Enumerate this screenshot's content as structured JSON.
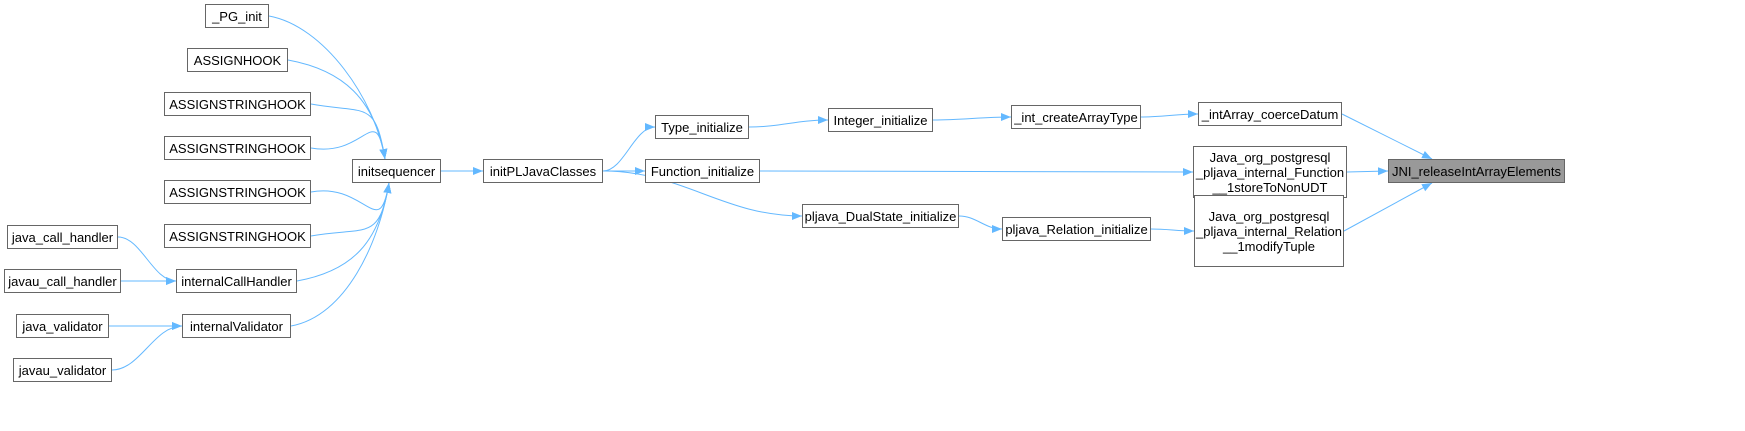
{
  "colors": {
    "edge": "#63b8ff",
    "border": "#666666",
    "target_fill": "#999999"
  },
  "nodes": [
    {
      "id": "pg_init",
      "label": "_PG_init"
    },
    {
      "id": "assignhook",
      "label": "ASSIGNHOOK"
    },
    {
      "id": "assignstringhook1",
      "label": "ASSIGNSTRINGHOOK"
    },
    {
      "id": "assignstringhook2",
      "label": "ASSIGNSTRINGHOOK"
    },
    {
      "id": "assignstringhook3",
      "label": "ASSIGNSTRINGHOOK"
    },
    {
      "id": "assignstringhook4",
      "label": "ASSIGNSTRINGHOOK"
    },
    {
      "id": "java_call_handler",
      "label": "java_call_handler"
    },
    {
      "id": "javau_call_handler",
      "label": "javau_call_handler"
    },
    {
      "id": "internalCallHandler",
      "label": "internalCallHandler"
    },
    {
      "id": "java_validator",
      "label": "java_validator"
    },
    {
      "id": "javau_validator",
      "label": "javau_validator"
    },
    {
      "id": "internalValidator",
      "label": "internalValidator"
    },
    {
      "id": "initsequencer",
      "label": "initsequencer"
    },
    {
      "id": "initPLJavaClasses",
      "label": "initPLJavaClasses"
    },
    {
      "id": "Type_initialize",
      "label": "Type_initialize"
    },
    {
      "id": "Function_initialize",
      "label": "Function_initialize"
    },
    {
      "id": "pljava_DualState_initialize",
      "label": "pljava_DualState_initialize"
    },
    {
      "id": "Integer_initialize",
      "label": "Integer_initialize"
    },
    {
      "id": "_int_createArrayType",
      "label": "_int_createArrayType"
    },
    {
      "id": "pljava_Relation_initialize",
      "label": "pljava_Relation_initialize"
    },
    {
      "id": "_intArray_coerceDatum",
      "label": "_intArray_coerceDatum"
    },
    {
      "id": "storeToNonUDT",
      "label": "Java_org_postgresql\n_pljava_internal_Function\n__1storeToNonUDT"
    },
    {
      "id": "modifyTuple",
      "label": "Java_org_postgresql\n_pljava_internal_Relation\n__1modifyTuple"
    },
    {
      "id": "JNI_releaseIntArrayElements",
      "label": "JNI_releaseIntArrayElements"
    }
  ],
  "edges": [
    [
      "pg_init",
      "initsequencer"
    ],
    [
      "assignhook",
      "initsequencer"
    ],
    [
      "assignstringhook1",
      "initsequencer"
    ],
    [
      "assignstringhook2",
      "initsequencer"
    ],
    [
      "assignstringhook3",
      "initsequencer"
    ],
    [
      "assignstringhook4",
      "initsequencer"
    ],
    [
      "internalCallHandler",
      "initsequencer"
    ],
    [
      "internalValidator",
      "initsequencer"
    ],
    [
      "java_call_handler",
      "internalCallHandler"
    ],
    [
      "javau_call_handler",
      "internalCallHandler"
    ],
    [
      "java_validator",
      "internalValidator"
    ],
    [
      "javau_validator",
      "internalValidator"
    ],
    [
      "initsequencer",
      "initPLJavaClasses"
    ],
    [
      "initPLJavaClasses",
      "Type_initialize"
    ],
    [
      "initPLJavaClasses",
      "Function_initialize"
    ],
    [
      "initPLJavaClasses",
      "pljava_DualState_initialize"
    ],
    [
      "Type_initialize",
      "Integer_initialize"
    ],
    [
      "Integer_initialize",
      "_int_createArrayType"
    ],
    [
      "_int_createArrayType",
      "_intArray_coerceDatum"
    ],
    [
      "Function_initialize",
      "storeToNonUDT"
    ],
    [
      "pljava_DualState_initialize",
      "pljava_Relation_initialize"
    ],
    [
      "pljava_Relation_initialize",
      "modifyTuple"
    ],
    [
      "_intArray_coerceDatum",
      "JNI_releaseIntArrayElements"
    ],
    [
      "storeToNonUDT",
      "JNI_releaseIntArrayElements"
    ],
    [
      "modifyTuple",
      "JNI_releaseIntArrayElements"
    ]
  ]
}
